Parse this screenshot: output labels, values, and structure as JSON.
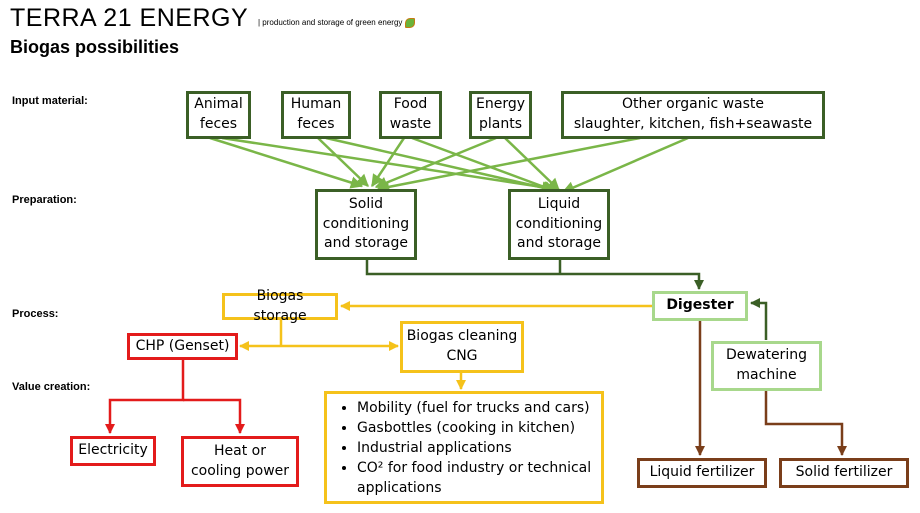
{
  "header": {
    "brand": "TERRA 21 ENERGY",
    "tagline": "| production and storage of green energy",
    "subtitle": "Biogas possibilities"
  },
  "stages": {
    "input": "Input material:",
    "preparation": "Preparation:",
    "process": "Process:",
    "value": "Value creation:"
  },
  "inputs": {
    "animal": "Animal\nfeces",
    "human": "Human\nfeces",
    "food": "Food\nwaste",
    "energy": "Energy\nplants",
    "other": "Other organic waste\nslaughter, kitchen, fish+seawaste"
  },
  "preparation": {
    "solid": "Solid\nconditioning\nand storage",
    "liquid": "Liquid\nconditioning\nand storage"
  },
  "process": {
    "digester": "Digester",
    "biogas_storage": "Biogas storage",
    "chp": "CHP (Genset)",
    "cleaning": "Biogas cleaning\nCNG",
    "dewatering": "Dewatering\nmachine"
  },
  "outputs": {
    "electricity": "Electricity",
    "heat": "Heat or\ncooling power",
    "liquid_fertilizer": "Liquid fertilizer",
    "solid_fertilizer": "Solid fertilizer",
    "uses": [
      "Mobility (fuel for trucks and cars)",
      "Gasbottles (cooking in kitchen)",
      "Industrial applications",
      "CO² for food industry or technical applications"
    ]
  },
  "colors": {
    "dark_green": "#3b5f26",
    "light_green": "#a8d88c",
    "arrow_green": "#7ab648",
    "yellow": "#f5c21b",
    "red": "#e31b1b",
    "brown": "#7a3e1a"
  },
  "icons": {
    "logo": "leaf-icon"
  }
}
